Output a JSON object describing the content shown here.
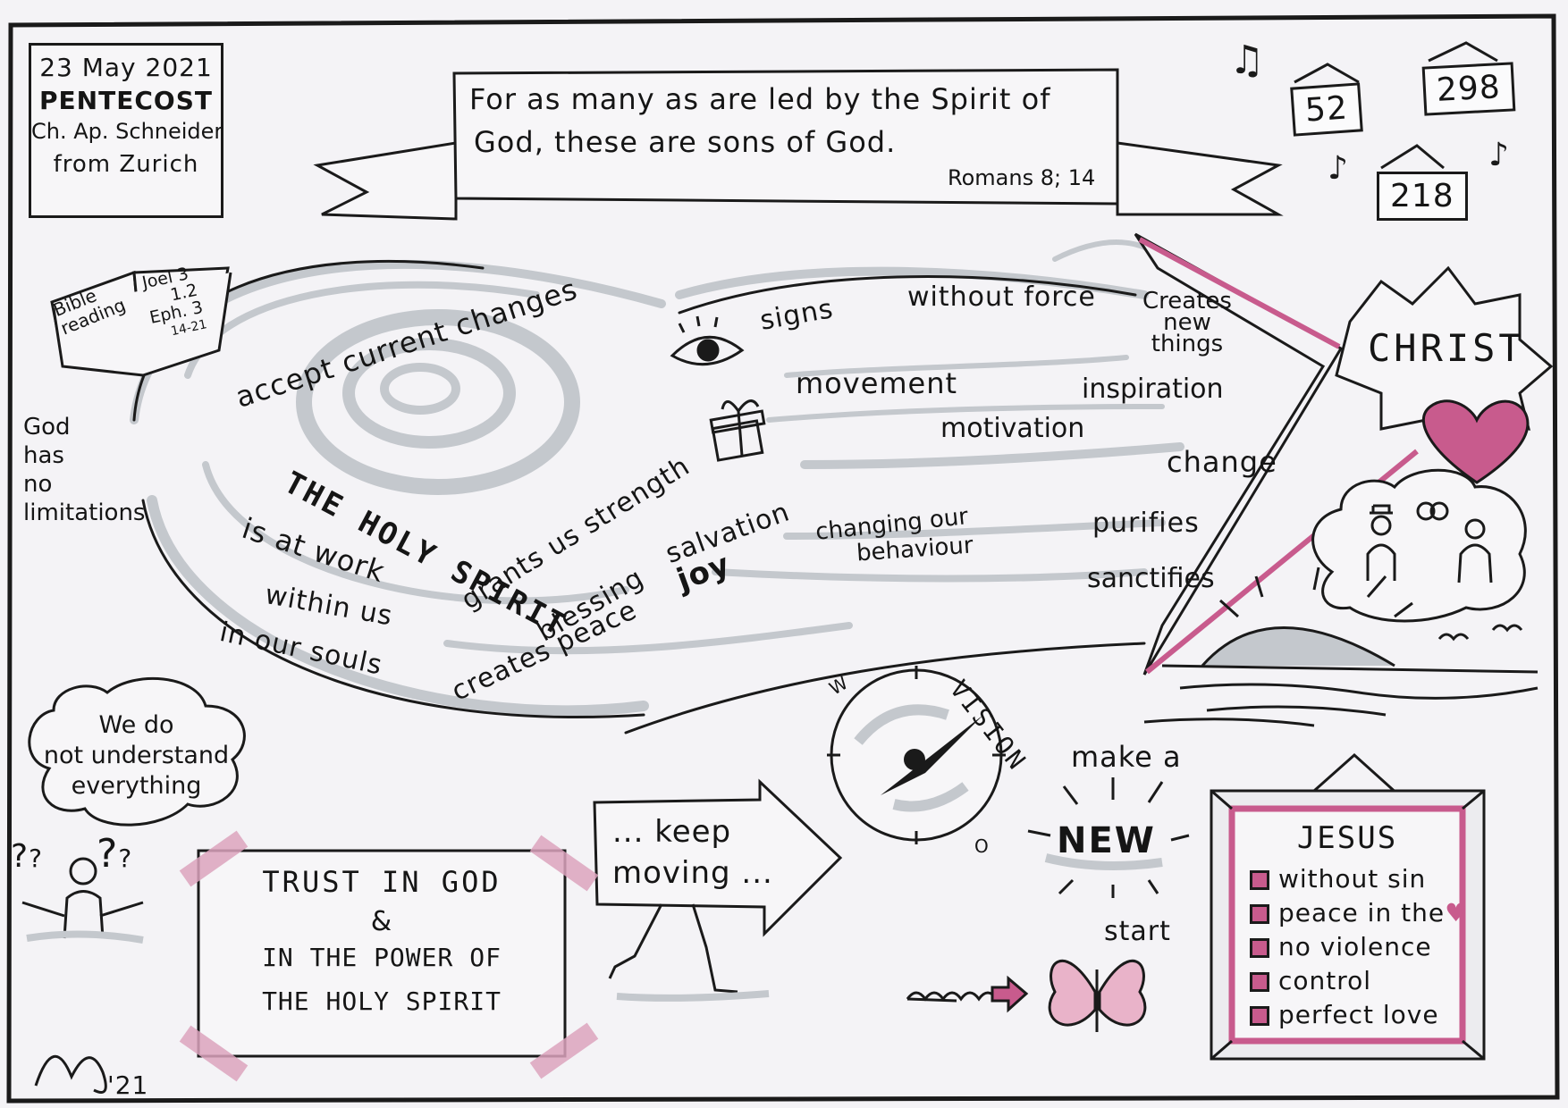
{
  "header": {
    "date": "23 May 2021",
    "occasion": "PENTECOST",
    "preacher": "Ch. Ap. Schneider",
    "origin": "from Zurich"
  },
  "banner": {
    "verse_line1": "For as many as are led by the Spirit of",
    "verse_line2": "God, these are sons of God.",
    "reference": "Romans 8; 14"
  },
  "hymns": [
    "52",
    "298",
    "218"
  ],
  "bible_reading": {
    "label_line1": "Bible",
    "label_line2": "reading",
    "ref_line1": "Joel 3",
    "ref_line2": "1.2",
    "ref_line3": "Eph. 3",
    "ref_line4": "14-21"
  },
  "left_note": [
    "God",
    "has",
    "no",
    "limitations"
  ],
  "spiral": {
    "accept": "accept current changes",
    "title": "THE HOLY SPIRIT",
    "at_work": "is at work",
    "within": "within us",
    "souls": "in our souls"
  },
  "gifts": {
    "grants": "grants us strength",
    "blessing": "blessing",
    "salvation": "salvation",
    "peace": "creates peace",
    "joy": "joy"
  },
  "stream": {
    "signs": "signs",
    "without_force": "without force",
    "creates_new": [
      "Creates",
      "new",
      "things"
    ],
    "movement": "movement",
    "inspiration": "inspiration",
    "motivation": "motivation",
    "change": "change",
    "behaviour_line1": "changing our",
    "behaviour_line2": "behaviour",
    "purifies": "purifies",
    "sanctifies": "sanctifies"
  },
  "christ": "CHRIST",
  "thought": [
    "We do",
    "not understand",
    "everything"
  ],
  "trust": {
    "line1": "TRUST IN GOD",
    "line2": "&",
    "line3": "IN THE POWER OF",
    "line4": "THE HOLY SPIRIT"
  },
  "keep_moving": [
    "... keep",
    "moving ..."
  ],
  "compass": {
    "vision": "VISION",
    "west": "W",
    "east": "O"
  },
  "new_start": {
    "top": "make a",
    "middle": "NEW",
    "bottom": "start"
  },
  "jesus": {
    "title": "JESUS",
    "items": [
      "without sin",
      "peace in the",
      "no violence",
      "control",
      "perfect love"
    ]
  },
  "signature": "'21",
  "colors": {
    "accent": "#c85b8d",
    "gray": "#c7cbd0",
    "ink": "#151515"
  }
}
